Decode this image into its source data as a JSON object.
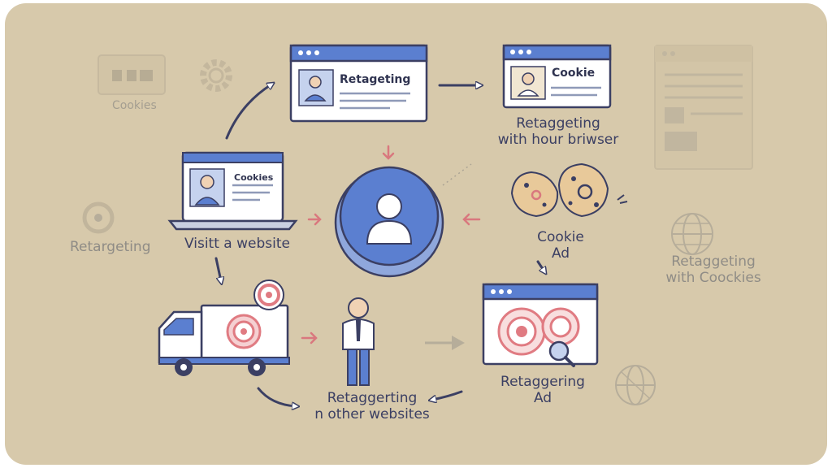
{
  "labels": {
    "browser_top_title": "Retageting",
    "browser_cookie_title": "Cookie",
    "laptop_cookies_title": "Cookies",
    "caption_browser": "Retaggeting",
    "caption_browser_line2": "with hour briwser",
    "caption_visit": "Visitt a website",
    "caption_cookie": "Cookie",
    "caption_cookie_line2": "Ad",
    "caption_other_sites": "Retaggerting",
    "caption_other_sites_line2": "n other websites",
    "caption_ad": "Retaggering",
    "caption_ad_line2": "Ad",
    "left_faded": "Retargeting",
    "right_faded": "Retaggeting",
    "right_faded_line2": "with Coockies",
    "faded_cookies": "Cookies"
  },
  "icons": [
    "browser-window-icon",
    "user-profile-icon",
    "laptop-icon",
    "cookie-icon",
    "delivery-truck-icon",
    "target-icon",
    "person-icon",
    "magnifier-icon",
    "globe-icon",
    "gear-icon",
    "arrow-icon"
  ],
  "colors": {
    "background": "#d7c9ab",
    "outline": "#3b3f63",
    "accent_blue": "#5b7fd0",
    "target_red": "#e07b82",
    "cookie_tan": "#e8c99a",
    "arrow_pink": "#d9787e"
  }
}
